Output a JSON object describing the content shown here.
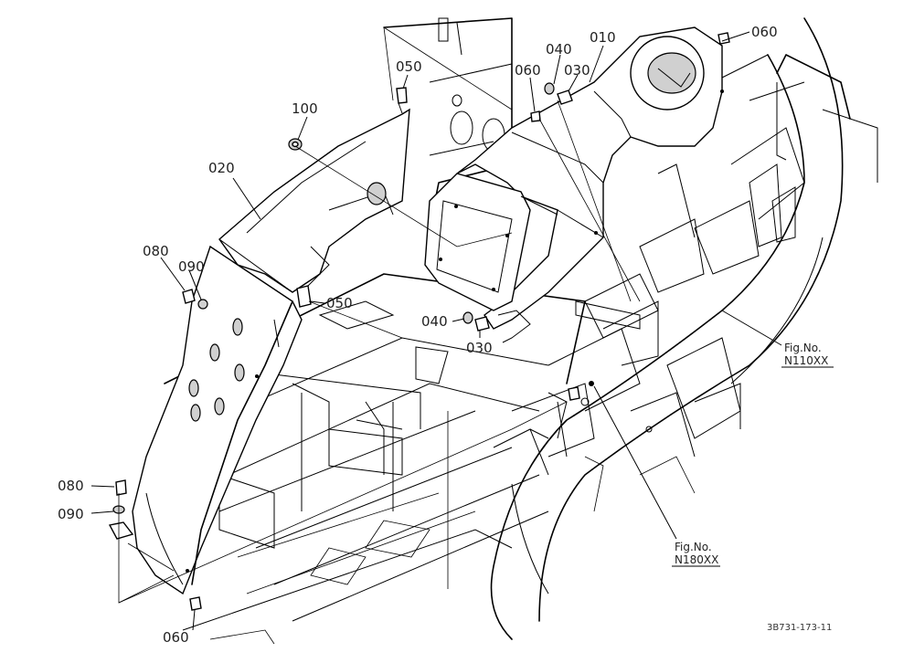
{
  "parts": {
    "p010": "010",
    "p020": "020",
    "p030a": "030",
    "p030b": "030",
    "p040a": "040",
    "p040b": "040",
    "p050a": "050",
    "p050b": "050",
    "p060a": "060",
    "p060b": "060",
    "p060c": "060",
    "p080a": "080",
    "p080b": "080",
    "p090a": "090",
    "p090b": "090",
    "p100": "100"
  },
  "refs": {
    "ref1_line1": "Fig.No.",
    "ref1_line2": "N110XX",
    "ref2_line1": "Fig.No.",
    "ref2_line2": "N180XX"
  },
  "drawing_code": "3B731-173-11"
}
